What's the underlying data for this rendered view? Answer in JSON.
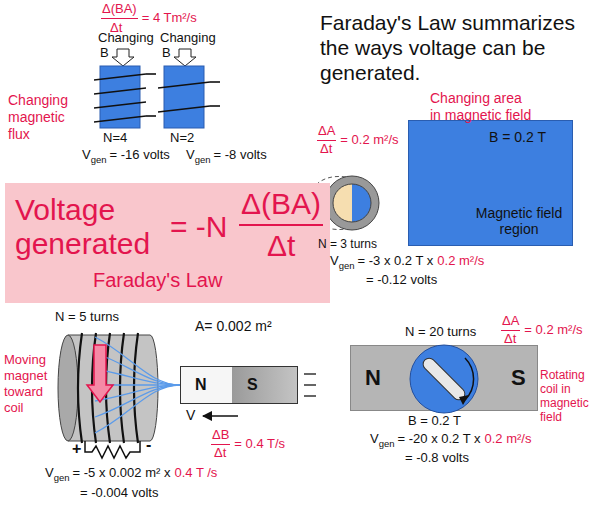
{
  "diagram": {
    "title": "Faraday's Law summarizes the ways voltage can be generated.",
    "nodes": [
      {
        "text": [
          "Voltage generated",
          "= -N",
          "Δ(BA)",
          "Δt",
          "Faraday's Law"
        ]
      },
      {
        "text": [
          "B = 0.2 T",
          "Magnetic field region"
        ]
      },
      {
        "text": [
          "N",
          "S"
        ]
      },
      {
        "text": [
          "N",
          "S"
        ]
      }
    ],
    "labels": [
      "Δ(BA)",
      "Δt",
      "= 4 Tm²/s",
      "Changing",
      "B",
      "Changing",
      "B",
      "Changing magnetic flux",
      "N=4",
      "N=2",
      "V",
      "gen",
      "= -16 volts",
      "V",
      "gen",
      "= -8 volts",
      "Changing area in magnetic field",
      "ΔA",
      "Δt",
      "= 0.2 m²/s",
      "N = 3 turns",
      "V",
      "gen",
      "= -3 x 0.2 T x",
      "0.2 m²/s",
      "= -0.12 volts",
      "N = 5 turns",
      "A= 0.002 m²",
      "Moving magnet toward coil",
      "V",
      "+",
      "-",
      "ΔB",
      "Δt",
      "= 0.4 T/s",
      "V",
      "gen",
      "= -5 x 0.002 m² x",
      "0.4 T /s",
      "= -0.004 volts",
      "N = 20 turns",
      "ΔA",
      "Δt",
      "= 0.2 m²/s",
      "B = 0.2 T",
      "Rotating coil in magnetic field",
      "V",
      "gen",
      "= -20 x 0.2 T x",
      "0.2 m²/s",
      "= -0.8 volts"
    ]
  }
}
